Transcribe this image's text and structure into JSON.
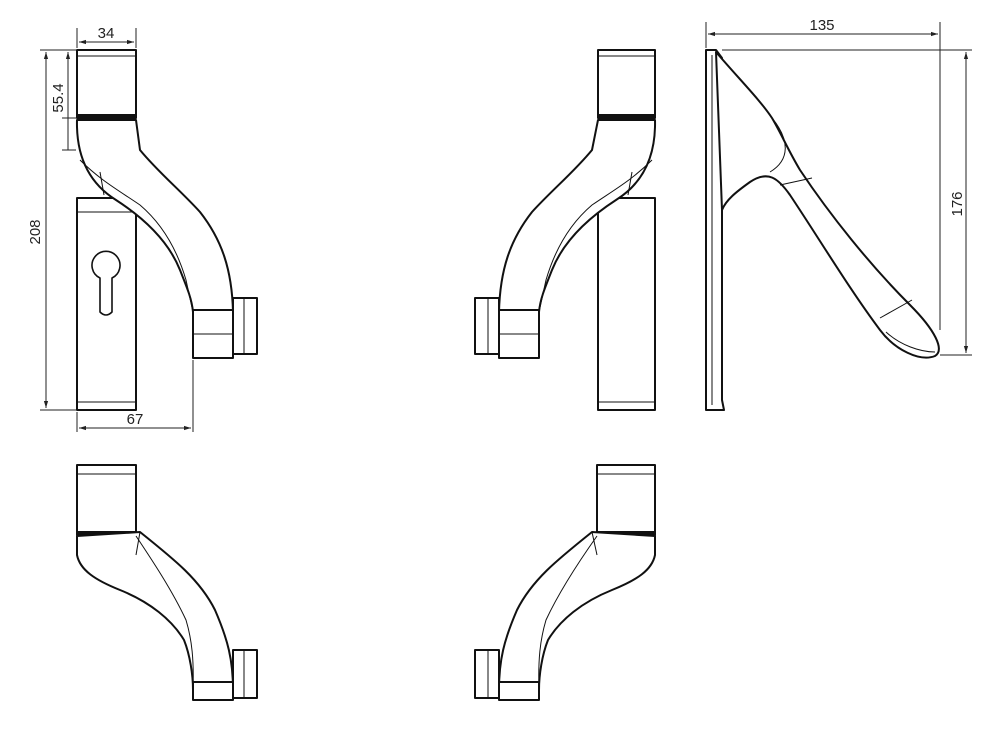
{
  "drawing": {
    "dimensions": {
      "top_width": "34",
      "neck_height": "55.4",
      "total_height": "208",
      "total_width": "67",
      "side_depth": "135",
      "side_height": "176"
    },
    "views": [
      "front-left-view",
      "front-right-view",
      "side-view",
      "top-left-view",
      "top-right-view"
    ]
  }
}
